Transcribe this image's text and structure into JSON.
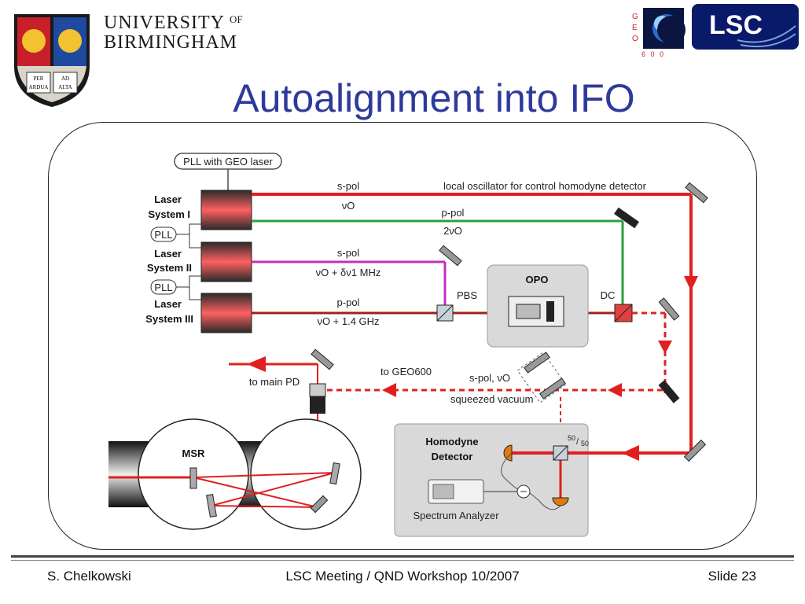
{
  "header": {
    "university_line1": "UNIVERSITY",
    "university_of": "OF",
    "university_line2": "BIRMINGHAM",
    "crest_motto": [
      "PER",
      "AD",
      "ARDUA",
      "ALTA"
    ],
    "geo_letters": [
      "G",
      "E",
      "O"
    ],
    "geo_number": "6 0 0",
    "lsc_logo_text": "LSC"
  },
  "title": "Autoalignment into IFO",
  "diagram": {
    "pll_geo": "PLL with GEO laser",
    "laser1": [
      "Laser",
      "System I"
    ],
    "laser2": [
      "Laser",
      "System II"
    ],
    "laser3": [
      "Laser",
      "System III"
    ],
    "pll": "PLL",
    "beam1_pol": "s-pol",
    "beam1_freq": "νO",
    "lo_label": "local oscillator for control homodyne detector",
    "beam2_pol": "p-pol",
    "beam2_freq": "2νO",
    "beam3_pol": "s-pol",
    "beam3_freq": "νO + δν1 MHz",
    "beam4_pol": "p-pol",
    "beam4_freq": "νO + 1.4 GHz",
    "pbs": "PBS",
    "opo": "OPO",
    "dc": "DC",
    "to_geo": "to GEO600",
    "spol_vo": "s-pol, νO",
    "squeezed": "squeezed vacuum",
    "main_pd": "to main PD",
    "msr": "MSR",
    "hd": [
      "Homodyne",
      "Detector"
    ],
    "split_top": "50",
    "split_bottom": "50",
    "spectrum": "Spectrum Analyzer"
  },
  "footer": {
    "author": "S. Chelkowski",
    "event": "LSC Meeting / QND Workshop 10/2007",
    "slide": "Slide 23"
  },
  "colors": {
    "title_blue": "#2e3a9a",
    "beam_red": "#e02020",
    "beam_green": "#2aa040",
    "beam_magenta": "#c030c0",
    "beam_darkred": "#a02020",
    "opo_box": "#d9d9d9"
  }
}
